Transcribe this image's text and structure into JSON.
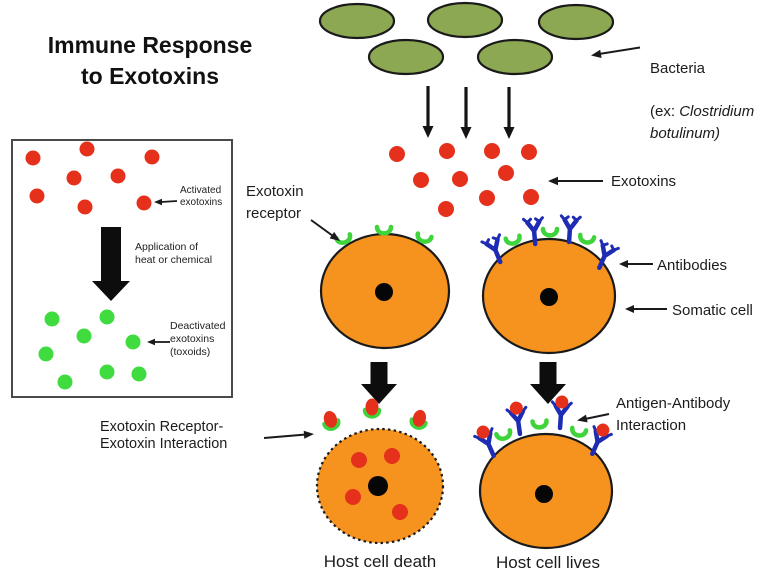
{
  "labels": {
    "title": "Immune Response\nto Exotoxins",
    "bacteria": {
      "name": "Bacteria",
      "example_prefix": "(ex: ",
      "example_species": "Clostridium\nbotulinum)"
    },
    "exotoxins": "Exotoxins",
    "exotoxin_receptor": "Exotoxin\nreceptor",
    "antibodies": "Antibodies",
    "somatic_cell": "Somatic cell",
    "inset": {
      "activated": "Activated\nexotoxins",
      "process": "Application of\nheat or chemical",
      "deactivated": "Deactivated\nexotoxins\n(toxoids)"
    },
    "receptor_interaction": "Exotoxin Receptor-\nExotoxin Interaction",
    "antigen_antibody": "Antigen-Antibody\nInteraction",
    "host_cell_death": "Host cell death",
    "host_cell_lives": "Host cell lives"
  },
  "colors": {
    "bacteria_green": "#8CA852",
    "exotoxin_red": "#E5311C",
    "cell_orange": "#F6921E",
    "receptor_green": "#3FD43C",
    "antibody_blue": "#1E2CB4",
    "toxoid_green": "#3FDB3F",
    "outline_black": "#1A1A1A",
    "nucleus_black": "#060606",
    "box_border_gray": "#4A4A4A"
  },
  "diagram": {
    "bacteria_count": 5,
    "free_exotoxin_count": 10,
    "inset_activated_dot_count": 8,
    "inset_toxoid_dot_count": 8,
    "left_somatic_cell_receptor_count": 3,
    "right_somatic_cell_antibody_count": 4,
    "right_somatic_cell_receptor_count": 3,
    "dying_cell_surface_complex_count": 3,
    "dying_cell_internal_exotoxin_count": 4,
    "living_cell_surface_complex_count": 4,
    "living_cell_receptor_count": 3
  }
}
